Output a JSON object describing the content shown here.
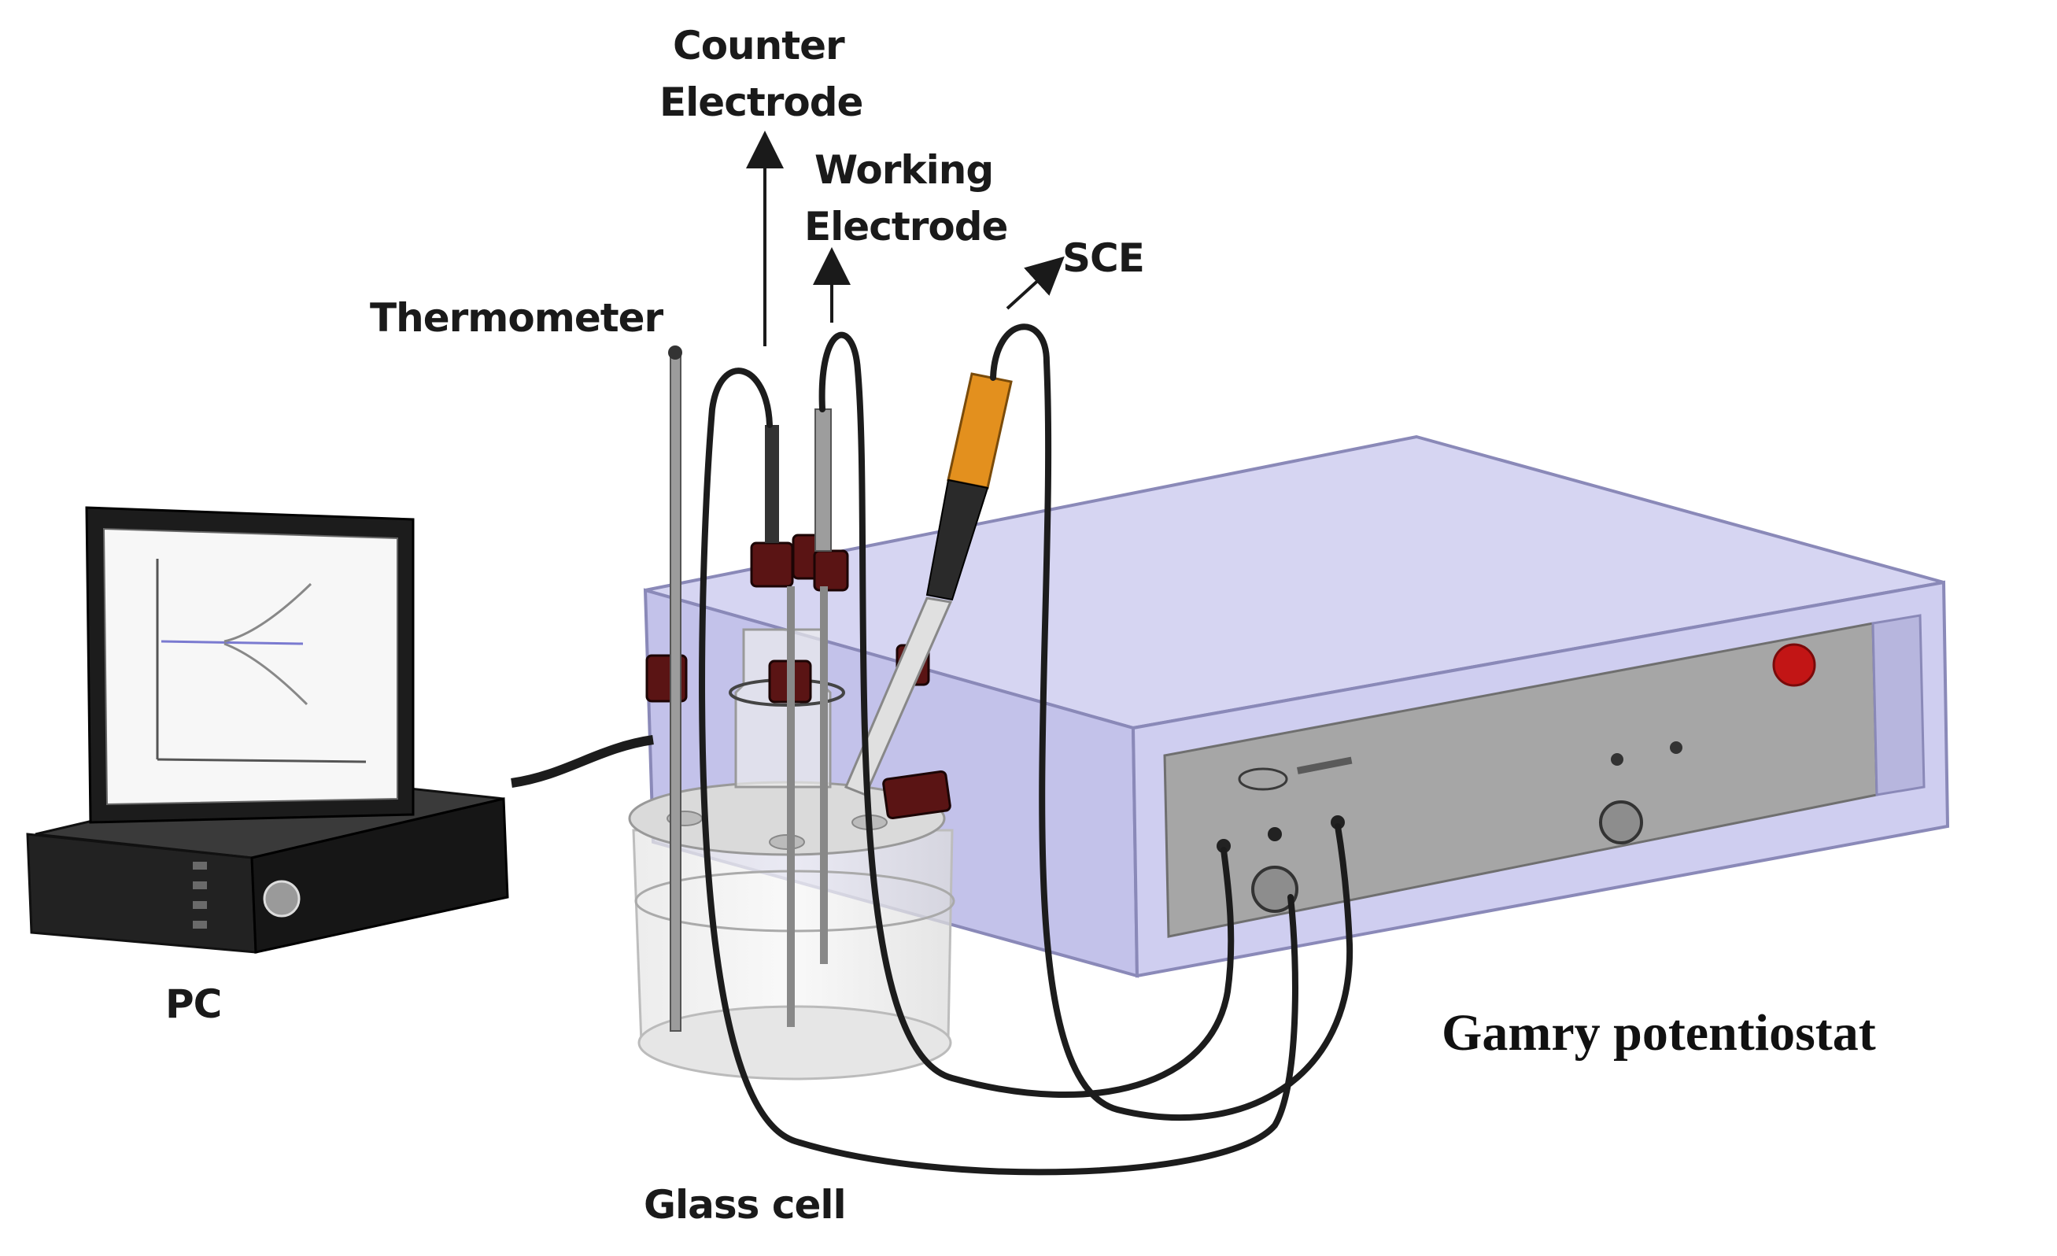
{
  "labels": {
    "counter_electrode_line1": "Counter",
    "counter_electrode_line2": "Electrode",
    "working_electrode_line1": "Working",
    "working_electrode_line2": "Electrode",
    "sce": "SCE",
    "thermometer": "Thermometer",
    "pc": "PC",
    "glass_cell": "Glass cell",
    "potentiostat": "Gamry potentiostat"
  },
  "colors": {
    "device_body": "#c9c8ec",
    "device_top": "#d6d5f2",
    "front_panel": "#a6a6a6",
    "power_button": "#c21515",
    "cable": "#1c1c1c",
    "cap": "#5a1414",
    "sce_sleeve": "#e3901e"
  }
}
